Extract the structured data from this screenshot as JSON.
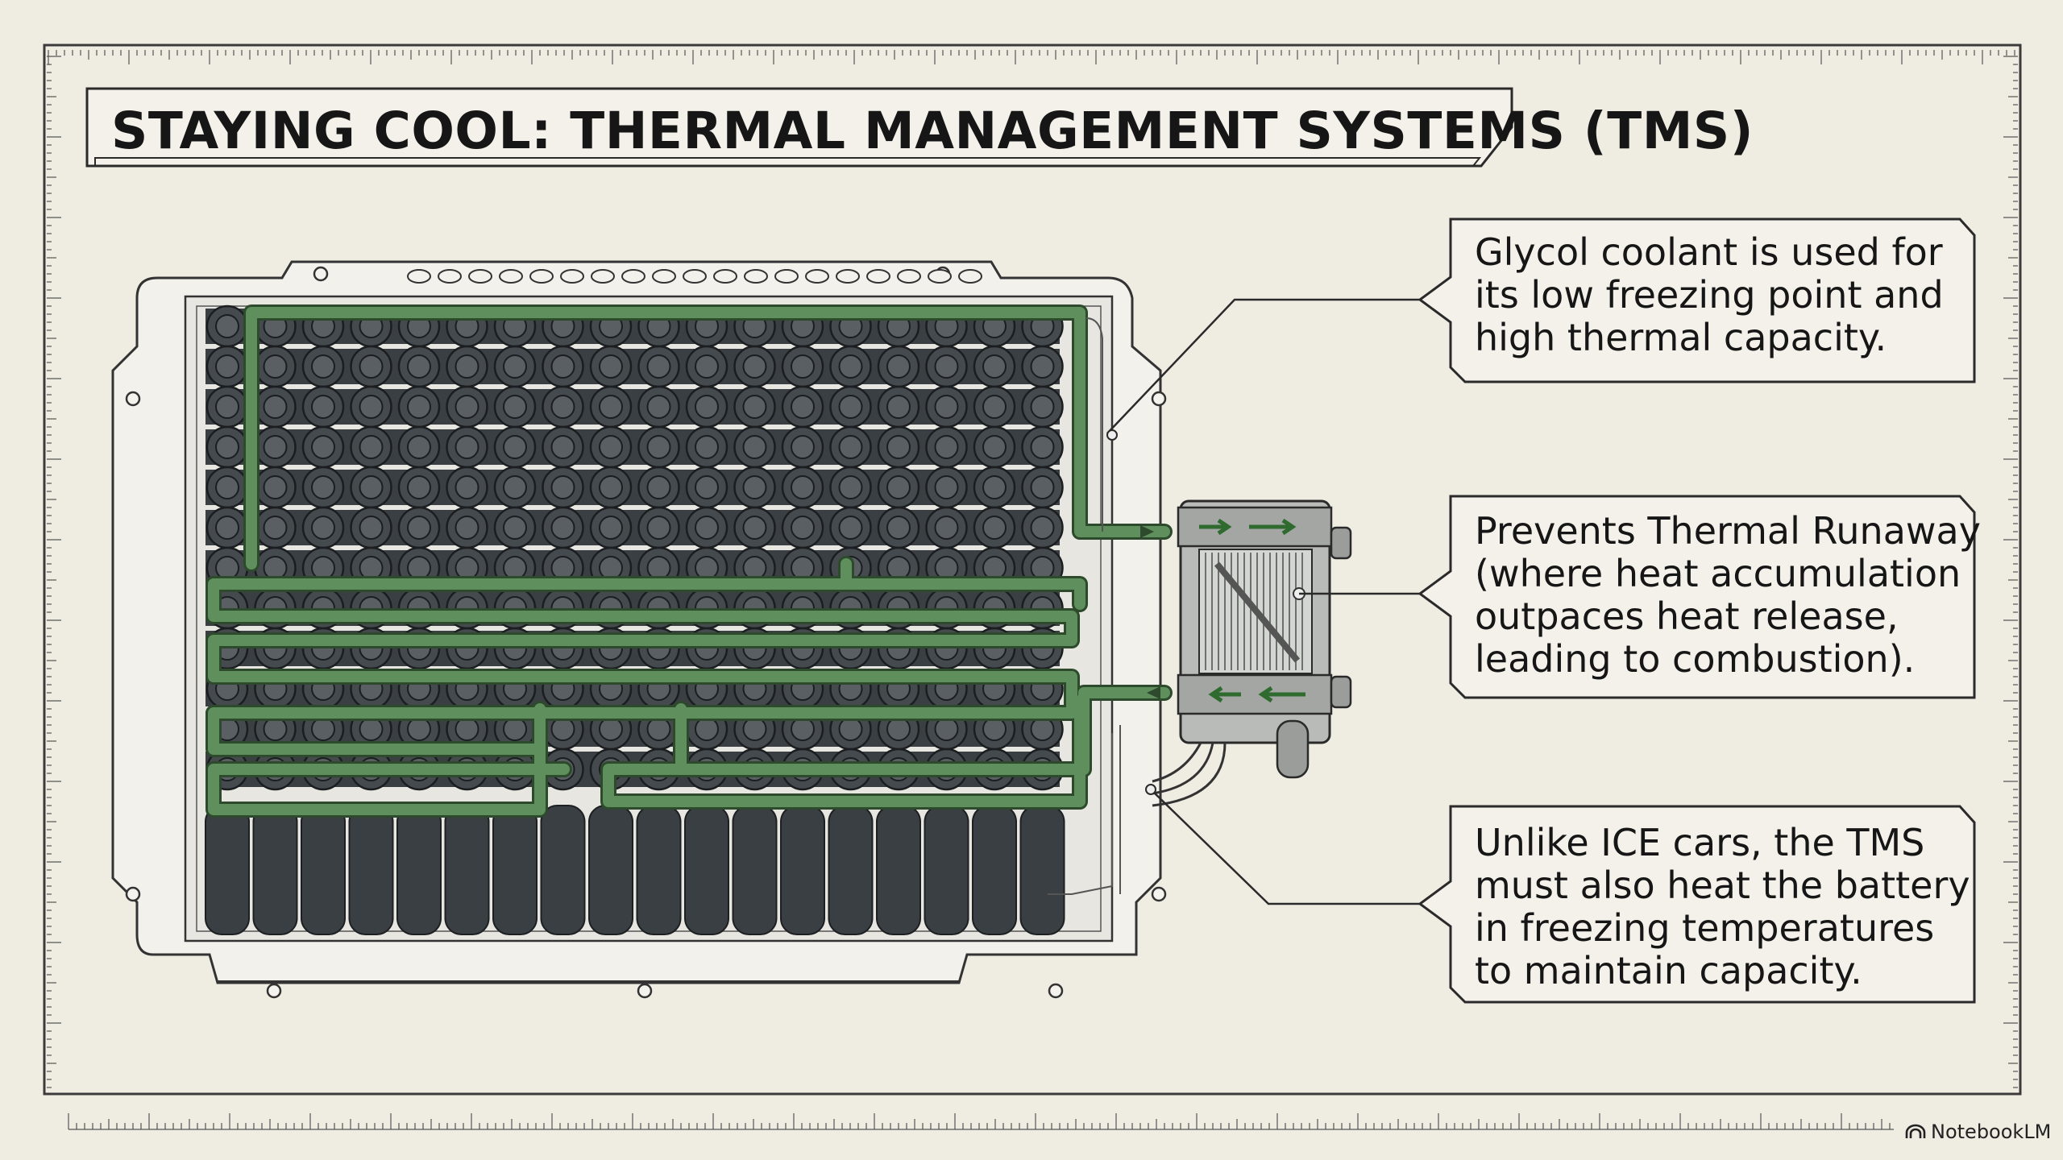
{
  "title": "STAYING COOL: THERMAL MANAGEMENT SYSTEMS (TMS)",
  "callouts": [
    {
      "lines": [
        "Glycol coolant is used for",
        "its low freezing point and",
        "high thermal capacity."
      ]
    },
    {
      "lines": [
        "Prevents Thermal Runaway",
        "(where heat accumulation",
        "outpaces heat release,",
        "leading to combustion)."
      ]
    },
    {
      "lines": [
        "Unlike ICE cars, the TMS",
        "must also heat the battery",
        "in freezing temperatures",
        "to maintain capacity."
      ]
    }
  ],
  "brand": {
    "name": "NotebookLM",
    "icon": "notebooklm-logo-icon"
  },
  "colors": {
    "background": "#efece2",
    "ink": "#161616",
    "battery_cell": "#3a3f43",
    "coolant_pipe": "#5e8f5c",
    "heat_exchanger": "#a9acaa"
  }
}
